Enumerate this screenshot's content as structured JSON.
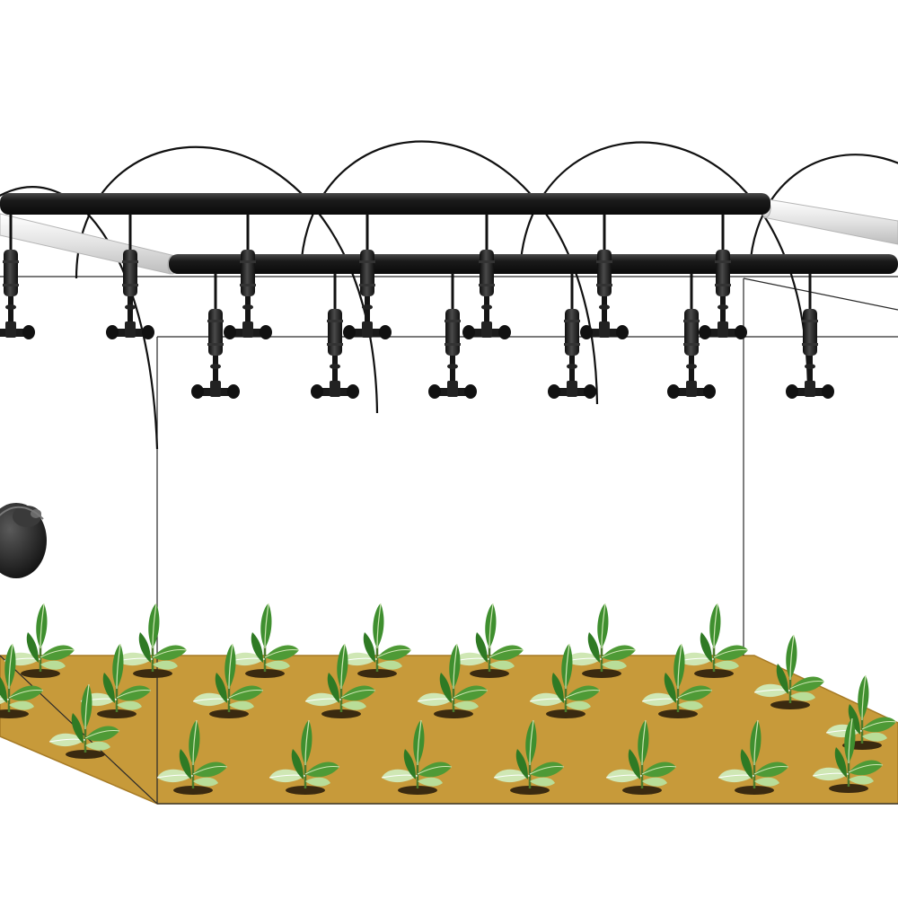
{
  "colors": {
    "background": "#ffffff",
    "soil": "#c79a3a",
    "soil_edge": "#a77b25",
    "pipe": "#1c1c1c",
    "pipe_highlight": "#5a5a5a",
    "white_pipe": "#e6e6e6",
    "frame_line": "#2a2a2a",
    "leaf_dark": "#3f8f2f",
    "leaf_light": "#cfe7b4",
    "leaf_vein": "#ffffff",
    "soil_hole": "#3a2a10",
    "sprinkler_body": "#222222"
  },
  "icons": {
    "arch": "hoop-arch",
    "pipe": "black-irrigation-pipe",
    "sprinkler": "hanging-mist-sprinkler",
    "plant": "seedling",
    "filter": "water-filter"
  },
  "scene": {
    "arch_count": 5,
    "back_row_sprinklers": 7,
    "front_row_sprinklers": 6,
    "plant_rows": 3
  }
}
